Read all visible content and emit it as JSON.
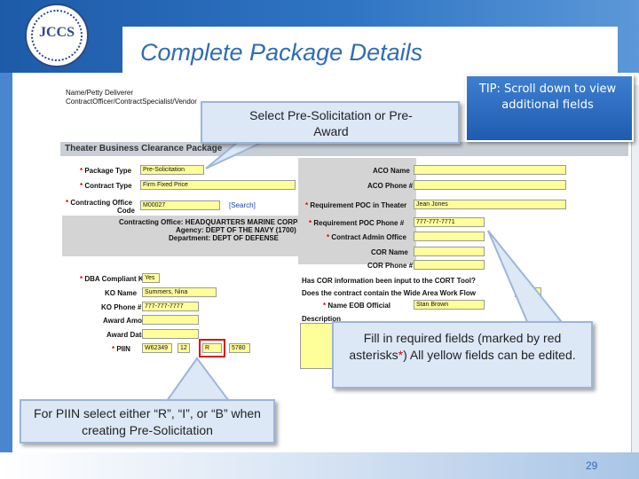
{
  "slide": {
    "title": "Complete Package Details",
    "page_number": "29",
    "logo_text": "JCCS"
  },
  "form": {
    "name_label": "Name/Petty Deliverer",
    "name_label2": "ContractOfficer/ContractSpecialist/Vendor",
    "section_title": "Theater Business Clearance Package",
    "package_type_label": "Package Type",
    "package_type_value": "Pre-Solicitation",
    "contract_type_label": "Contract Type",
    "contract_type_value": "Firm Fixed Price",
    "contracting_office_label": "Contracting Office",
    "contracting_office_label2": "Code",
    "contracting_office_value": "M00027",
    "search_link": "[Search]",
    "office_line1": "Contracting Office: HEADQUARTERS MARINE CORPS",
    "office_line2": "Agency: DEPT OF THE NAVY (1700)",
    "office_line3": "Department: DEPT OF DEFENSE",
    "dba_label": "DBA Compliant KO",
    "dba_value": "Yes",
    "ko_name_label": "KO Name",
    "ko_name_value": "Summers, Nina",
    "ko_phone_label": "KO Phone #",
    "ko_phone_value": "777-777-7777",
    "award_amount_label": "Award Amount $",
    "award_date_label": "Award Date",
    "piin_label": "PIIN",
    "piin_part1": "W62349",
    "piin_part2": "12",
    "piin_part3": "R",
    "piin_part4": "5780",
    "aco_name_label": "ACO Name",
    "aco_phone_label": "ACO Phone #",
    "req_poc_label": "Requirement POC in Theater",
    "req_poc_value": "Jean Jones",
    "req_poc_phone_label": "Requirement POC Phone #",
    "req_poc_phone_value": "777-777-7771",
    "contract_admin_label": "Contract Admin Office",
    "cor_name_label": "COR Name",
    "cor_phone_label": "COR Phone #",
    "cor_info_label": "Has COR information been input to the CORT Tool?",
    "wide_area_label": "Does the contract contain the Wide Area Work Flow",
    "eob_label": "Name EOB Official",
    "eob_value": "Stan Brown",
    "description_label": "Description"
  },
  "callouts": {
    "select_pre": "Select Pre-Solicitation or Pre-Award",
    "tip": "TIP: Scroll down to view additional fields",
    "fill_in_1": "Fill in required fields (marked by red asterisks",
    "fill_in_star": "*",
    "fill_in_2": ") All yellow fields can be edited.",
    "piin_tip": "For PIIN select either “R”, “I”, or “B” when creating Pre-Solicitation"
  },
  "colors": {
    "brand_blue": "#2f6db5",
    "required_red": "#dd0000",
    "editable_yellow": "#ffff99"
  }
}
